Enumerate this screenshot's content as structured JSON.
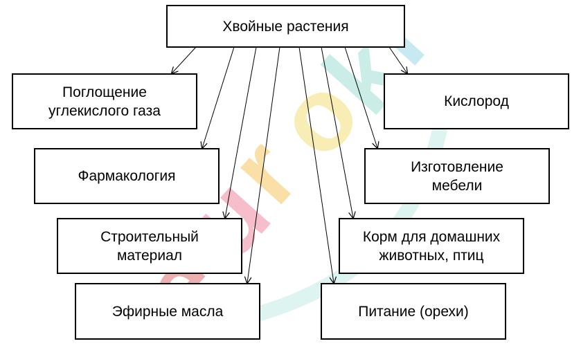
{
  "diagram": {
    "root": "Хвойные растения",
    "left": [
      "Поглощение\nуглекислого газа",
      "Фармакология",
      "Строительный\nматериал",
      "Эфирные масла"
    ],
    "right": [
      "Кислород",
      "Изготовление\nмебели",
      "Корм для домашних\nживотных, птиц",
      "Питание (орехи)"
    ],
    "watermark": "euroki"
  },
  "colors": {
    "line": "#000000",
    "box_border": "#000000",
    "watermark_e": "#e07070",
    "watermark_u": "#f08aa0",
    "watermark_r": "#f7c660",
    "watermark_o": "#f4e07a",
    "watermark_k": "#9fe0d6",
    "watermark_i": "#9ad8e8"
  }
}
